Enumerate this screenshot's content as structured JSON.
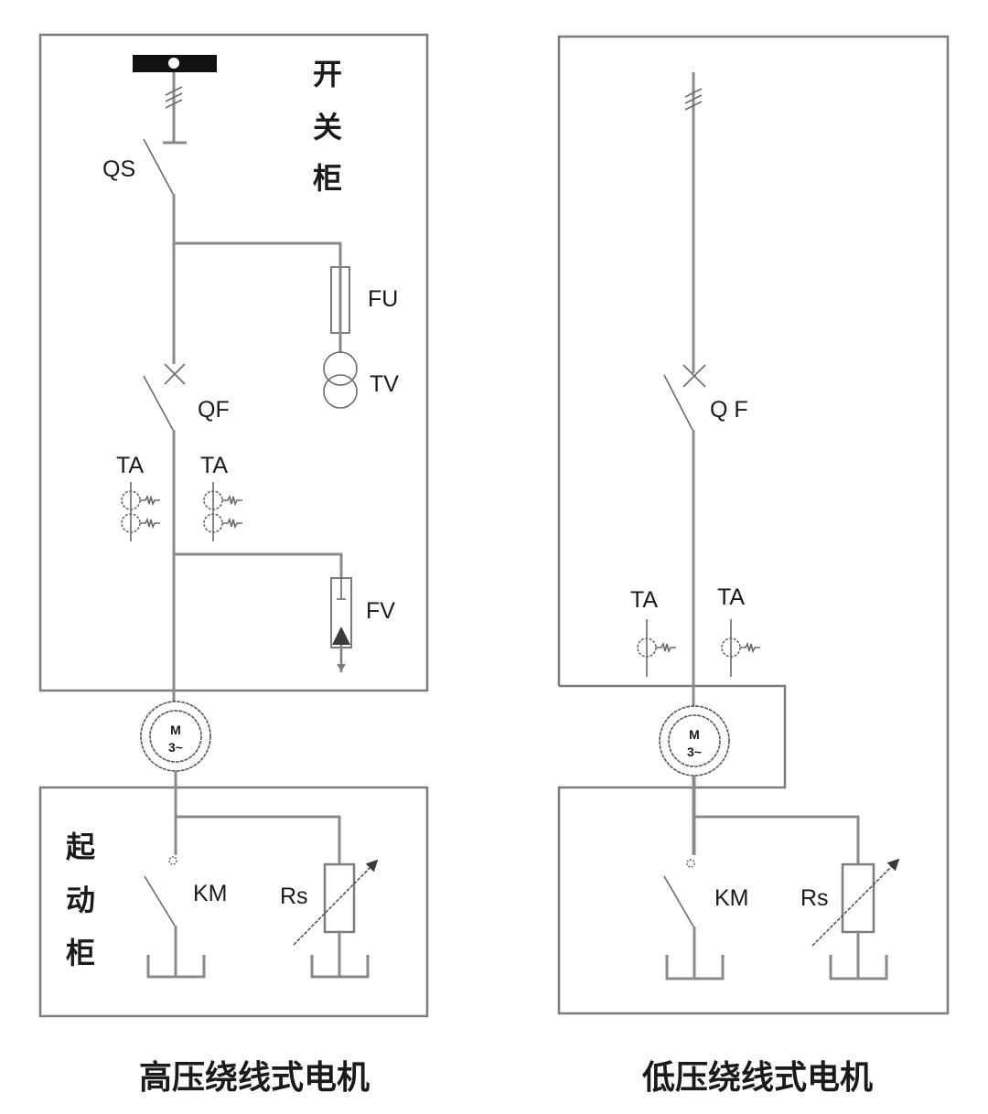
{
  "diagrams": [
    {
      "caption": "高压绕线式电机",
      "switchgear_cabinet_label": [
        "开",
        "关",
        "柜"
      ],
      "starting_cabinet_label": [
        "起",
        "动",
        "柜"
      ],
      "components": {
        "disconnector": "QS",
        "fuse": "FU",
        "voltage_transformer": "TV",
        "circuit_breaker": "QF",
        "current_transformer_left": "TA",
        "current_transformer_right": "TA",
        "surge_arrester": "FV",
        "motor_line1": "M",
        "motor_line2": "3~",
        "contactor": "KM",
        "starting_resistor": "Rs"
      }
    },
    {
      "caption": "低压绕线式电机",
      "components": {
        "circuit_breaker": "Q F",
        "current_transformer_left": "TA",
        "current_transformer_right": "TA",
        "motor_line1": "M",
        "motor_line2": "3~",
        "contactor": "KM",
        "starting_resistor": "Rs"
      }
    }
  ]
}
